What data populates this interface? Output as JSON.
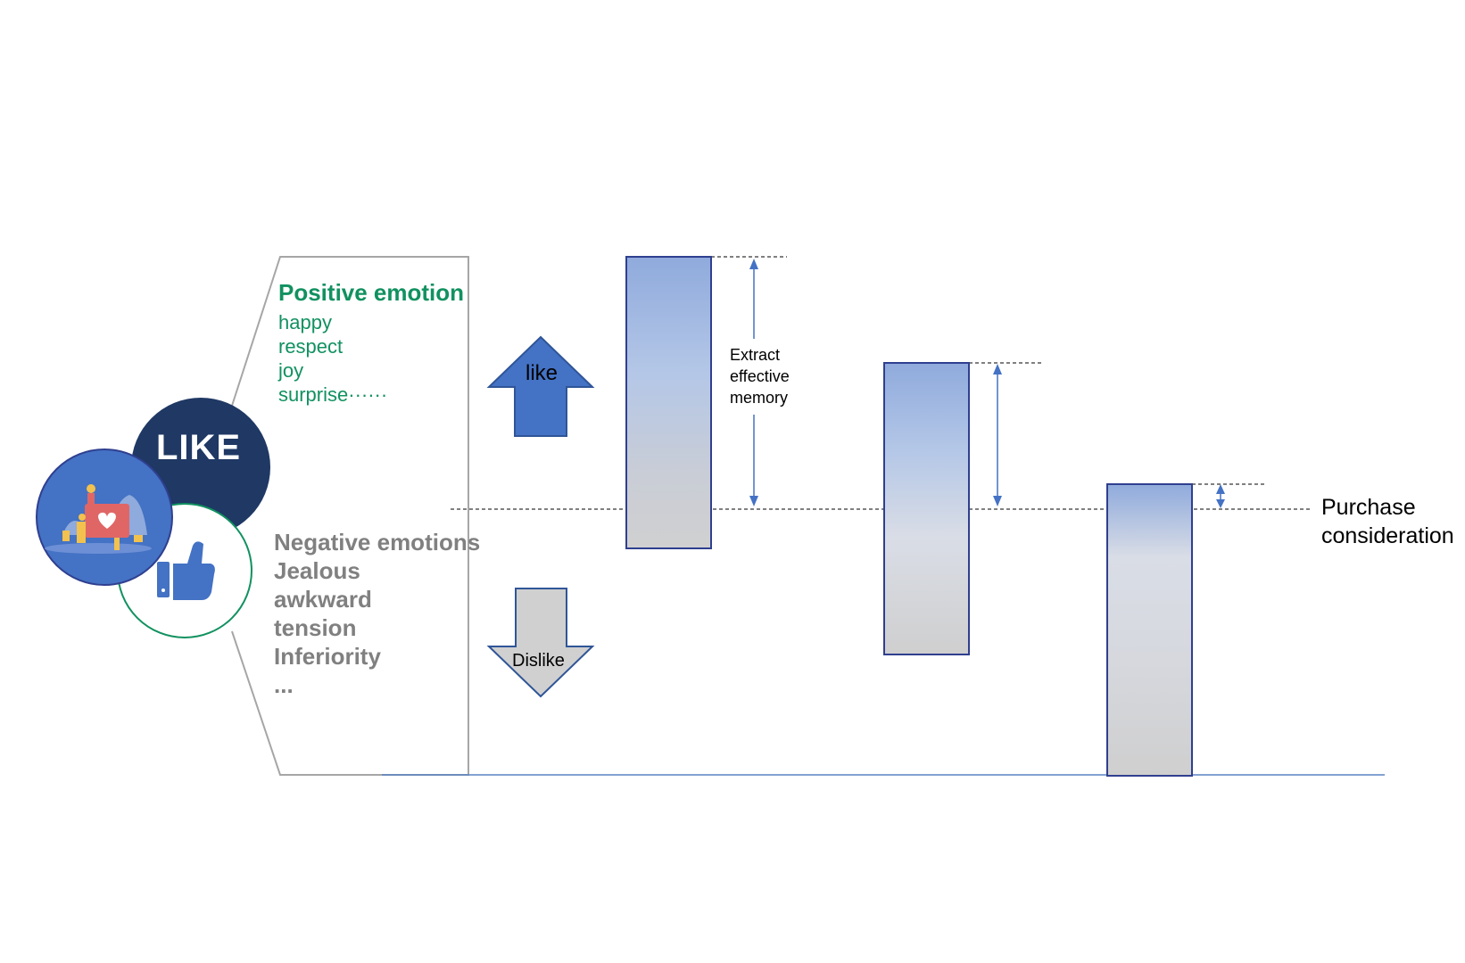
{
  "positive": {
    "title": "Positive emotion",
    "items": [
      "happy",
      "respect",
      "joy",
      "surprise······"
    ]
  },
  "negative": {
    "title": "Negative emotions",
    "items": [
      "Jealous",
      "awkward",
      "tension",
      "Inferiority",
      "..."
    ]
  },
  "logo_text": "LIKE",
  "arrows": {
    "up": "like",
    "down": "Dislike"
  },
  "annotation": "Extract effective memory",
  "purchase_label": "Purchase consideration",
  "icons": [
    "thumbs-up-icon",
    "people-heart-illustration-icon"
  ],
  "colors": {
    "green": "#119160",
    "navy": "#1f3864",
    "blue": "#4472c4",
    "gray": "#808080",
    "bar_top": "#8faadc",
    "bar_bottom": "#d0d0d0"
  }
}
